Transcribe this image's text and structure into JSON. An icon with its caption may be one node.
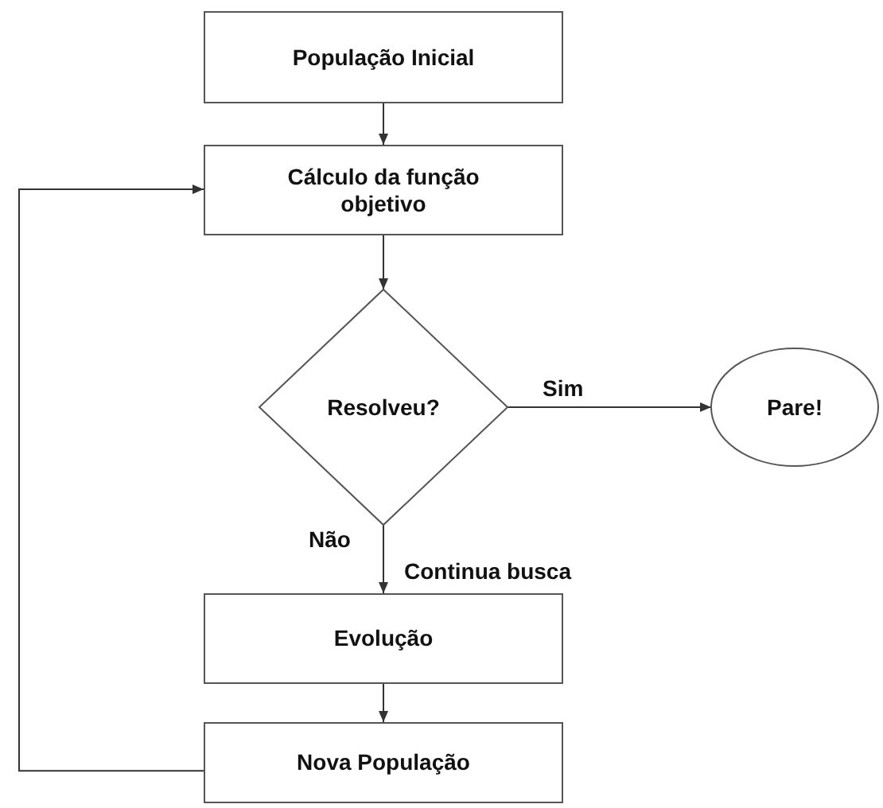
{
  "diagram": {
    "nodes": [
      {
        "text": [
          "População Inicial"
        ]
      },
      {
        "text": [
          "Cálculo da função objetivo"
        ]
      },
      {
        "text": [
          "Resolveu?"
        ]
      },
      {
        "text": [
          "Pare!"
        ]
      },
      {
        "text": [
          "Evolução"
        ]
      },
      {
        "text": [
          "Nova População"
        ]
      }
    ],
    "edges": [
      {
        "from": 0,
        "to": 1,
        "arrow": "to"
      },
      {
        "from": 1,
        "to": 2,
        "arrow": "to"
      },
      {
        "from": 2,
        "to": 3,
        "arrow": "to",
        "label": "Sim"
      },
      {
        "from": 2,
        "to": 4,
        "arrow": "to",
        "label": "Não"
      },
      {
        "from": 4,
        "to": 5,
        "arrow": "to"
      },
      {
        "from": 5,
        "to": 1,
        "arrow": "to"
      }
    ],
    "labels": [
      "Continua busca"
    ]
  }
}
